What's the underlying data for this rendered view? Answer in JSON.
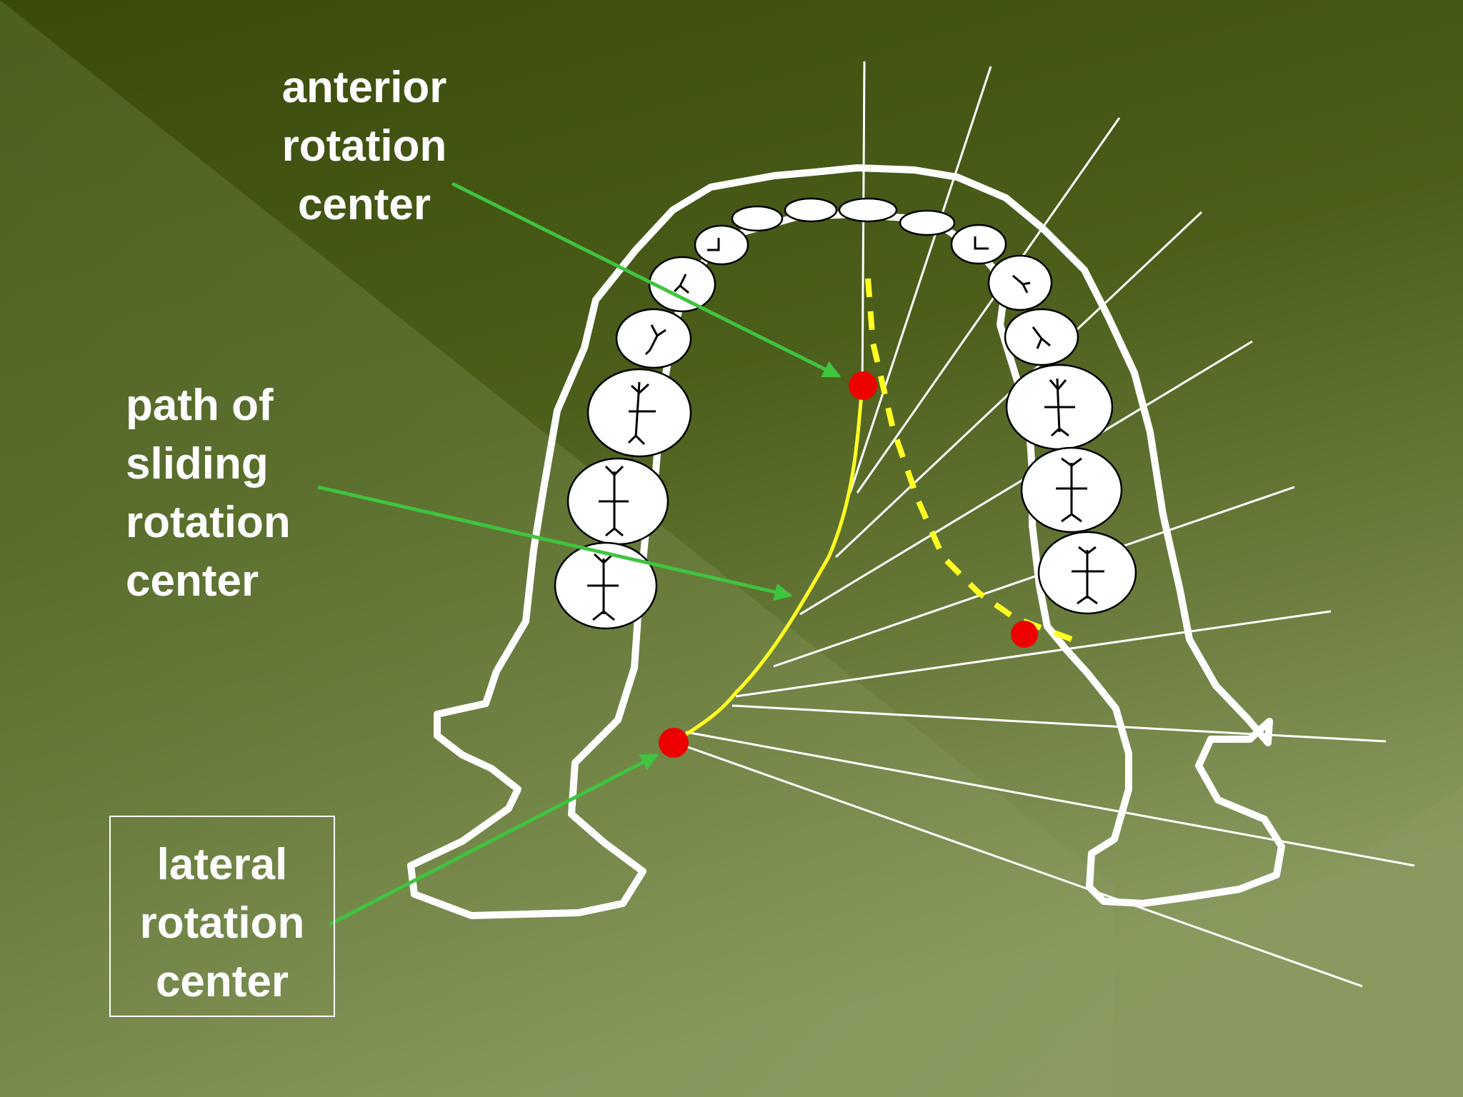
{
  "labels": {
    "anterior": "anterior\nrotation\ncenter",
    "path": "path of\nsliding\nrotation\ncenter",
    "lateral": "lateral\nrotation\ncenter"
  },
  "colors": {
    "background_dark": "#3a4a0c",
    "background_light": "#86975c",
    "outline": "#ffffff",
    "arrow": "#3fc43f",
    "path": "#ffff22",
    "point": "#ee0000"
  },
  "icons": [
    "tooth-icon",
    "rotation-center-dot"
  ]
}
